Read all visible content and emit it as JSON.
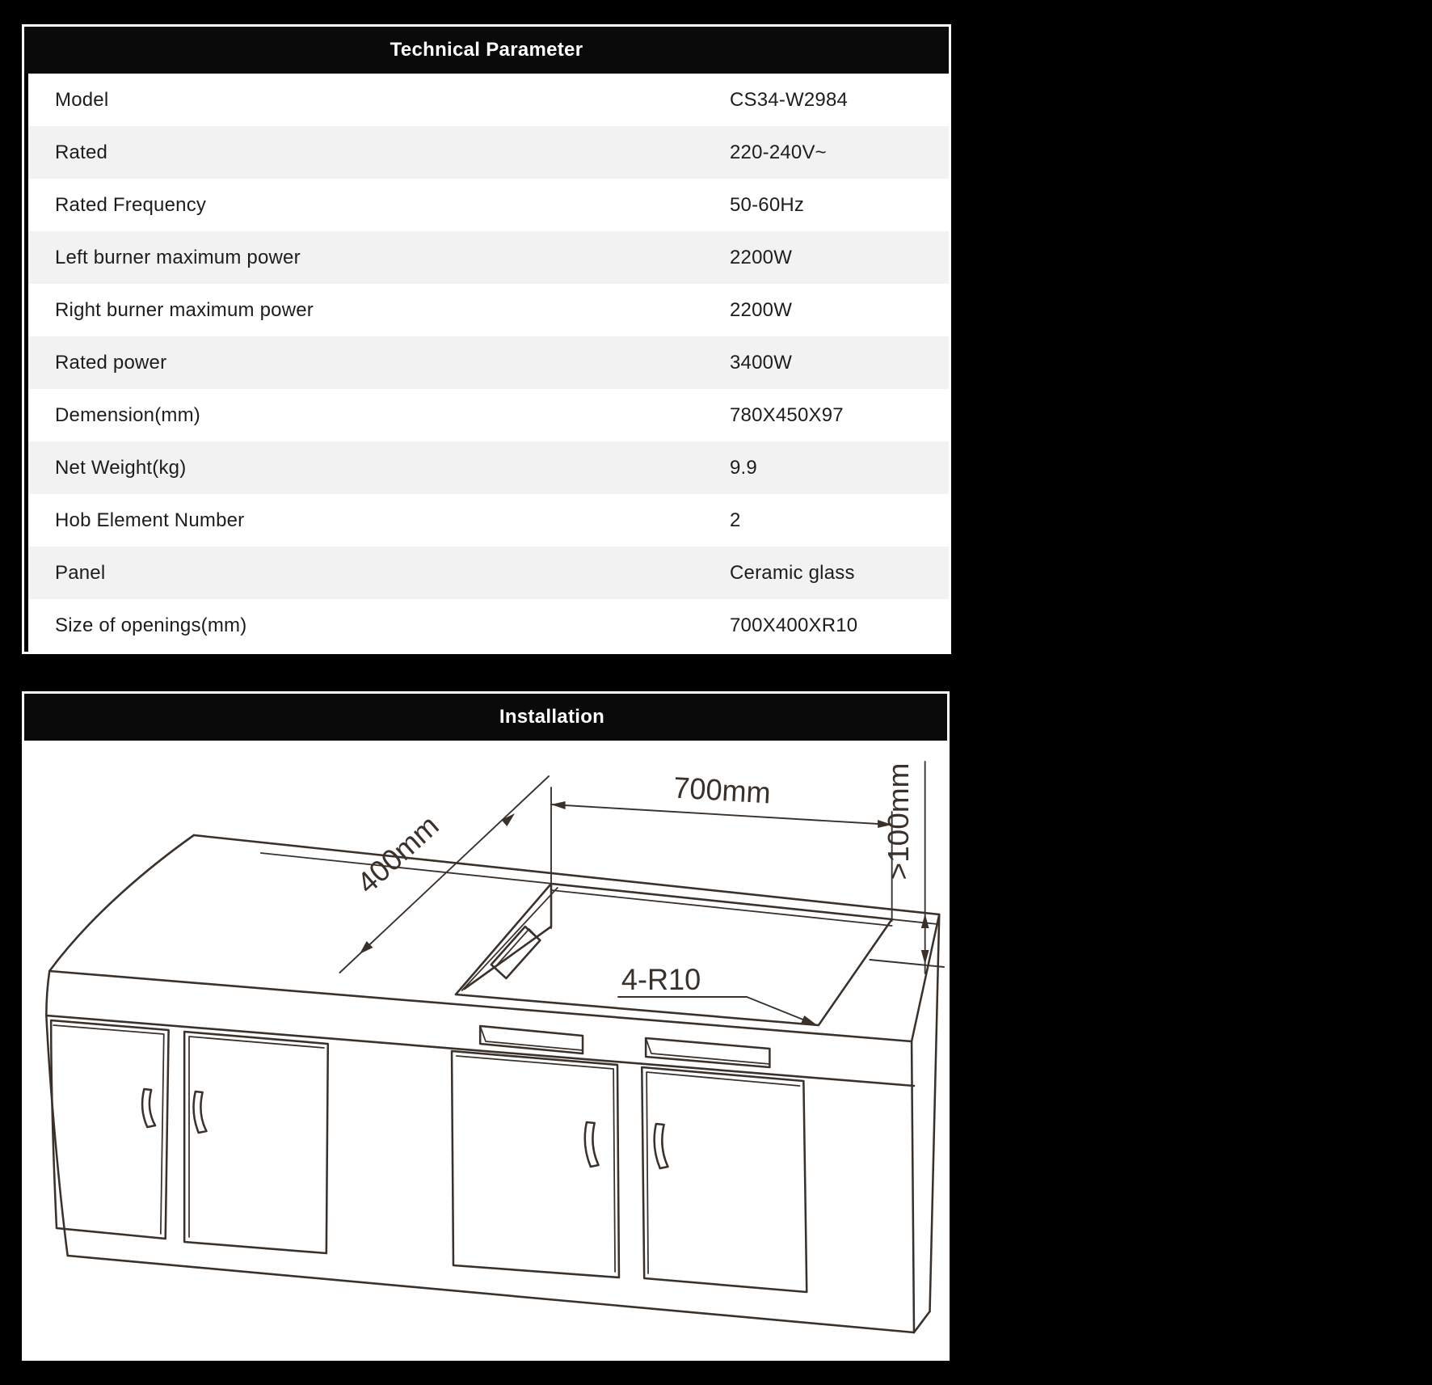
{
  "technical_parameters": {
    "title": "Technical Parameter",
    "rows": [
      {
        "label": "Model",
        "value": "CS34-W2984"
      },
      {
        "label": "Rated",
        "value": "220-240V~"
      },
      {
        "label": "Rated Frequency",
        "value": "50-60Hz"
      },
      {
        "label": "Left burner maximum power",
        "value": "2200W"
      },
      {
        "label": "Right burner maximum power",
        "value": "2200W"
      },
      {
        "label": "Rated power",
        "value": "3400W"
      },
      {
        "label": "Demension(mm)",
        "value": "780X450X97"
      },
      {
        "label": "Net Weight(kg)",
        "value": "9.9"
      },
      {
        "label": "Hob Element Number",
        "value": "2"
      },
      {
        "label": "Panel",
        "value": "Ceramic glass"
      },
      {
        "label": "Size of openings(mm)",
        "value": "700X400XR10"
      }
    ]
  },
  "installation": {
    "title": "Installation",
    "diagram": {
      "description": "Perspective line drawing of a kitchen cabinet worktop with rectangular hob cutout",
      "dimensions": {
        "cutout_width": "700mm",
        "cutout_depth": "400mm",
        "rear_clearance": ">100mm",
        "corner_radius": "4-R10"
      }
    }
  },
  "colors": {
    "page_background": "#000000",
    "panel_background": "#ffffff",
    "header_background": "#0a0a0a",
    "header_text": "#ffffff",
    "row_alternate": "#f2f2f2",
    "body_text": "#1d1d1d",
    "drawing_line": "#3a312a"
  }
}
